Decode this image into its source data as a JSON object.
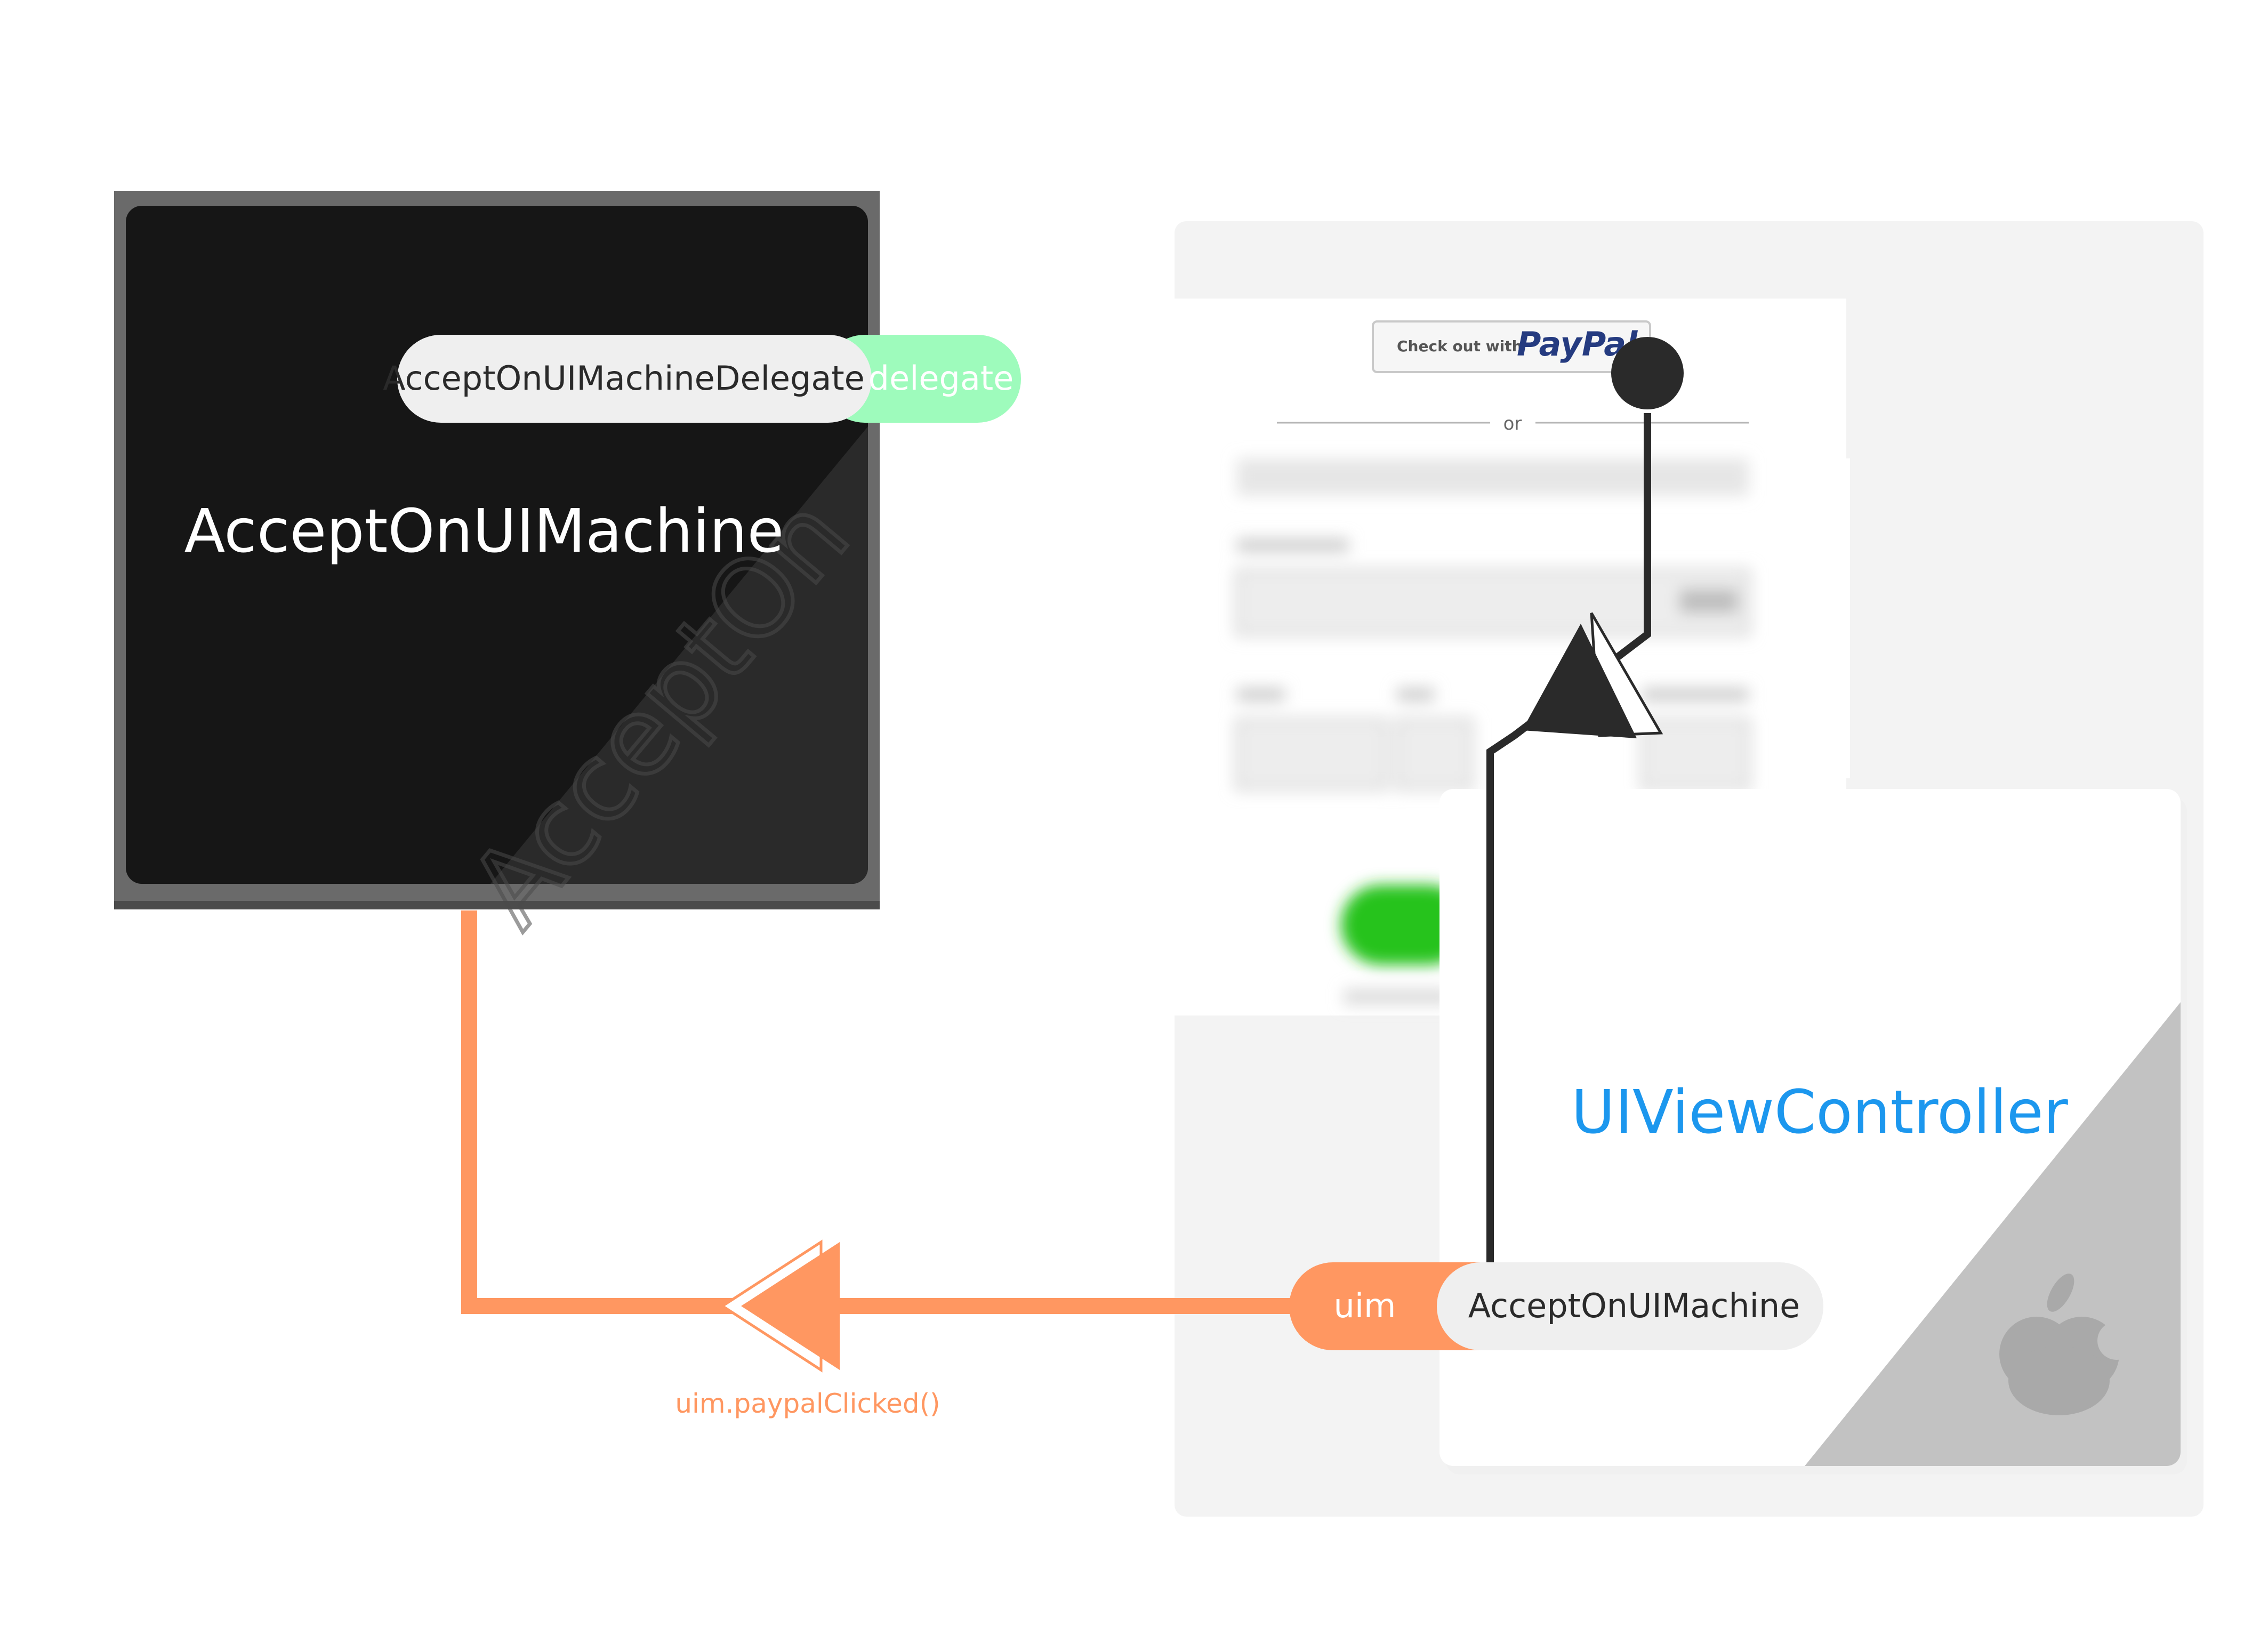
{
  "machine_box": {
    "title": "AcceptOnUIMachine",
    "logo_text": "AcceptOn"
  },
  "delegate_pill": {
    "type_label": "AcceptOnUIMachineDelegate",
    "property_label": "delegate",
    "property_color": "#9efbbc"
  },
  "checkout_form": {
    "paypal_prefix": "Check out with",
    "paypal_brand": "PayPal",
    "divider_text": "or"
  },
  "view_controller": {
    "title": "UIViewController",
    "title_color": "#1c97ee",
    "platform_icon": "apple-icon"
  },
  "uim_pill": {
    "property_label": "uim",
    "type_label": "AcceptOnUIMachine",
    "property_color": "#ff9761"
  },
  "call_arrow": {
    "label": "uim.paypalClicked()",
    "color": "#ff9761"
  }
}
